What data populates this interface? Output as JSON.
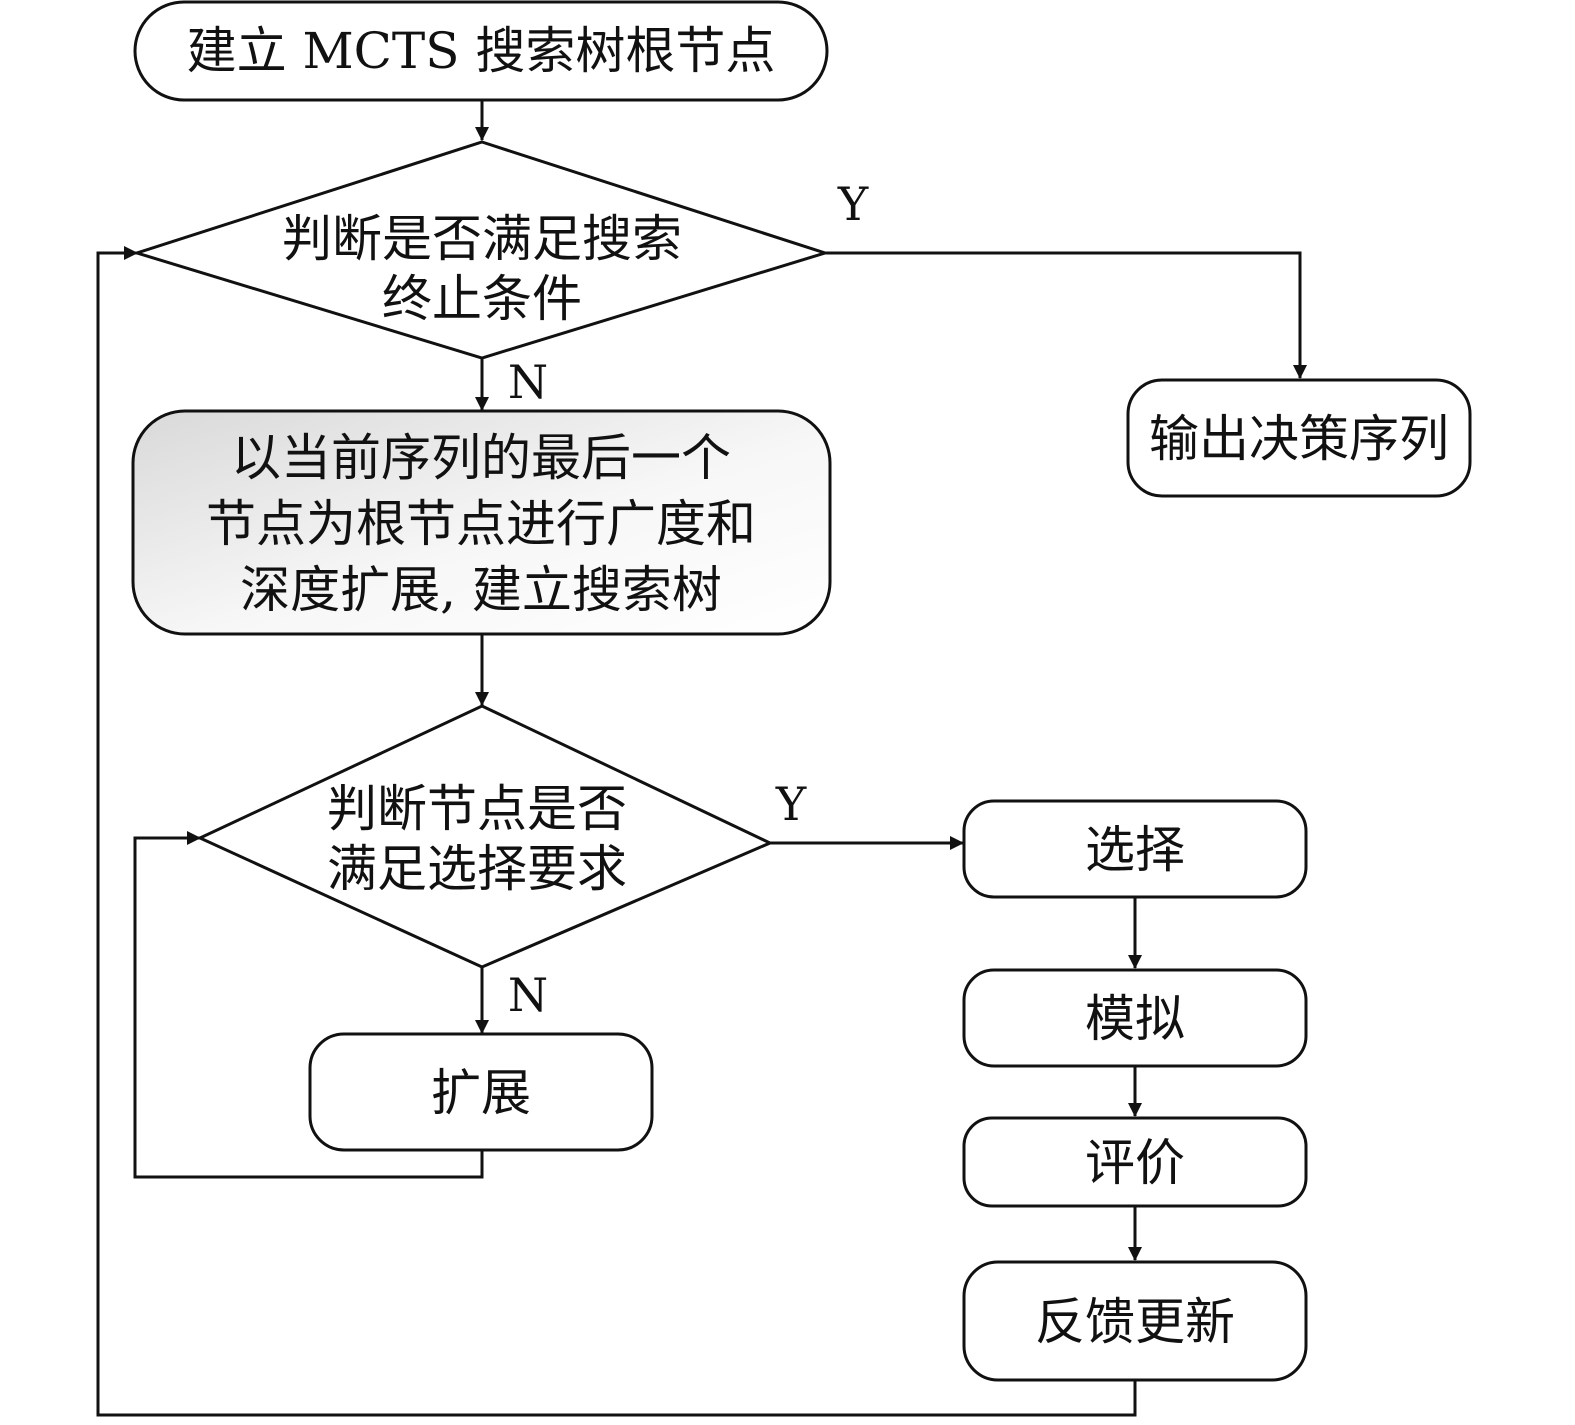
{
  "nodes": {
    "start": {
      "lines": [
        "建立 MCTS 搜索树根节点"
      ]
    },
    "check_terminate": {
      "lines": [
        "判断是否满足搜索",
        "终止条件"
      ]
    },
    "output": {
      "lines": [
        "输出决策序列"
      ]
    },
    "build_tree": {
      "lines": [
        "以当前序列的最后一个",
        "节点为根节点进行广度和",
        "深度扩展, 建立搜索树"
      ]
    },
    "check_select": {
      "lines": [
        "判断节点是否",
        "满足选择要求"
      ]
    },
    "expand": {
      "lines": [
        "扩展"
      ]
    },
    "select": {
      "lines": [
        "选择"
      ]
    },
    "simulate": {
      "lines": [
        "模拟"
      ]
    },
    "evaluate": {
      "lines": [
        "评价"
      ]
    },
    "feedback": {
      "lines": [
        "反馈更新"
      ]
    }
  },
  "edge_labels": {
    "terminate_yes": "Y",
    "terminate_no": "N",
    "select_yes": "Y",
    "select_no": "N"
  }
}
